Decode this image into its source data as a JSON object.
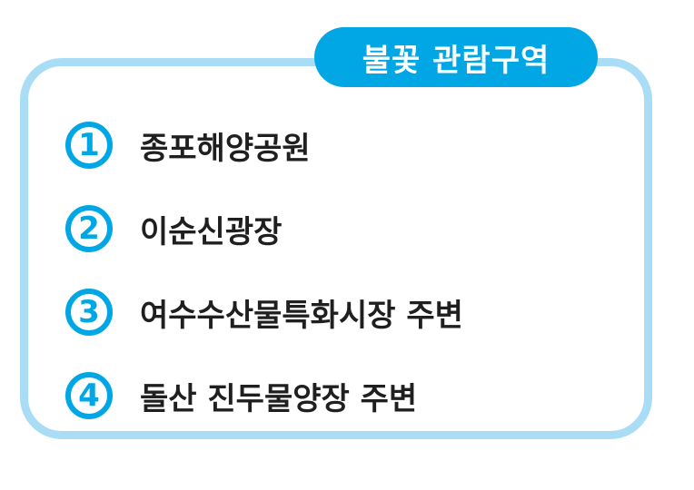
{
  "title": "불꽃 관람구역",
  "colors": {
    "accent": "#00a7e4",
    "frame": "#a9ddf5",
    "text": "#1f1f1f"
  },
  "items": [
    {
      "number": "1",
      "label": "종포해양공원"
    },
    {
      "number": "2",
      "label": "이순신광장"
    },
    {
      "number": "3",
      "label": "여수수산물특화시장 주변"
    },
    {
      "number": "4",
      "label": "돌산 진두물양장 주변"
    }
  ]
}
